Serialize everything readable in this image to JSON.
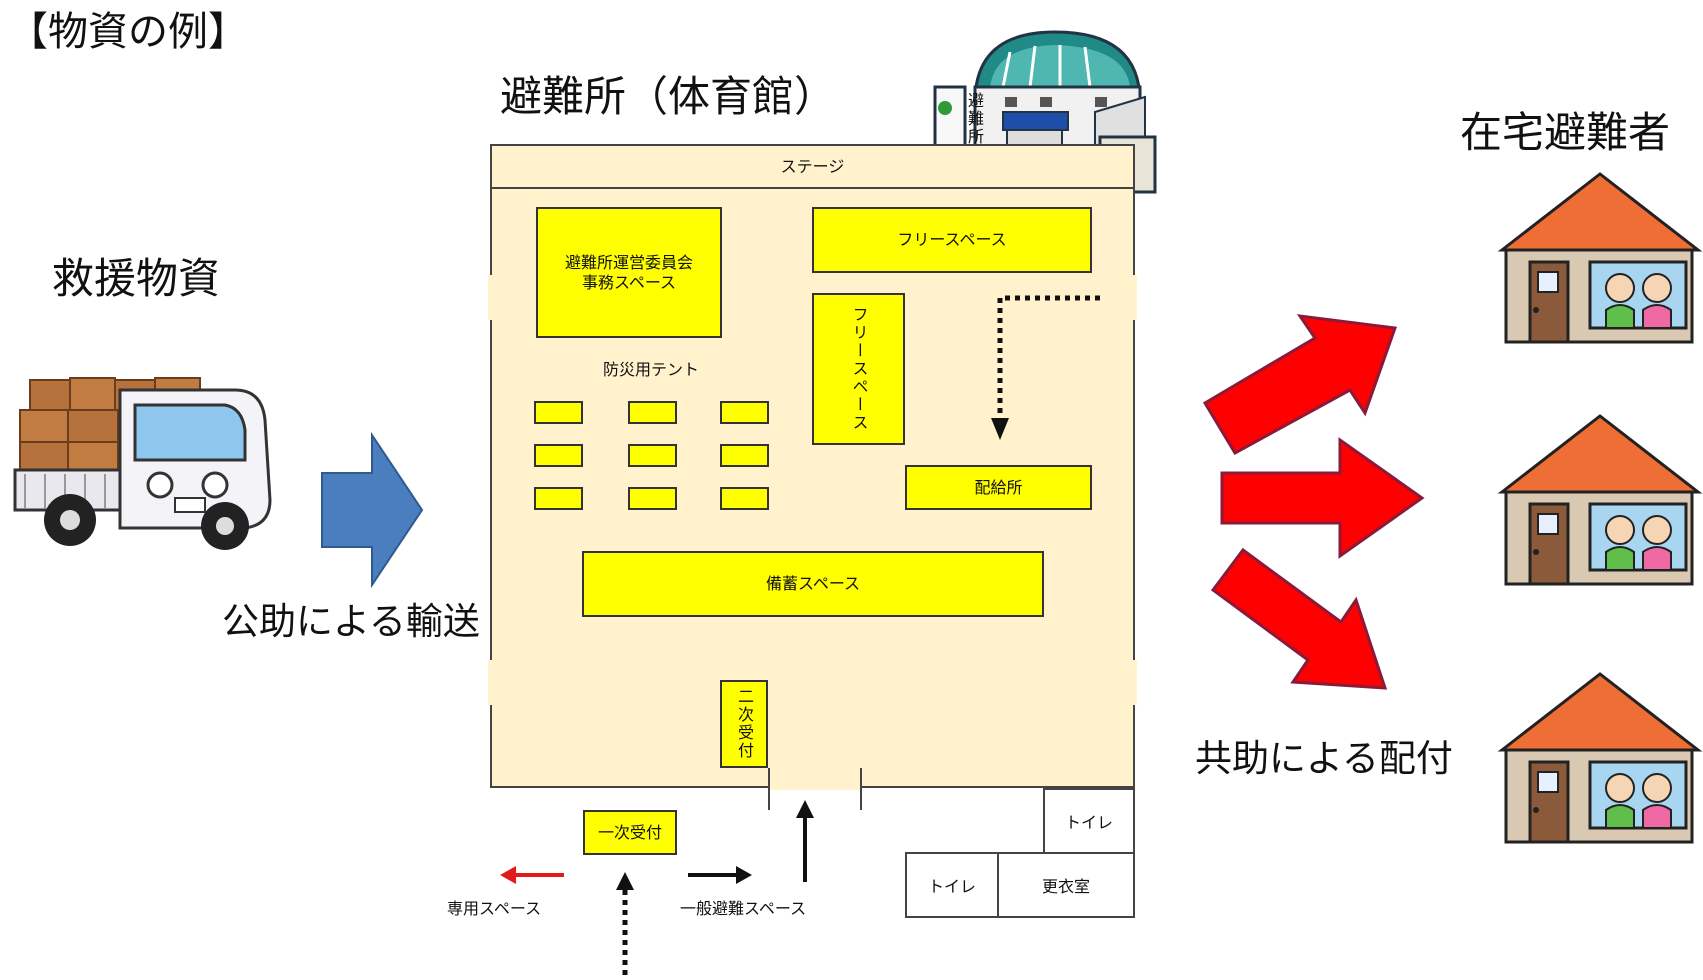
{
  "header": {
    "title": "【物資の例】"
  },
  "left": {
    "relief_label": "救援物資",
    "transport_label": "公助による輸送"
  },
  "shelter": {
    "title": "避難所（体育館）",
    "stage": "ステージ",
    "office": "避難所運営委員会\n事務スペース",
    "free_space_h": "フリースペース",
    "free_space_v": "フリースペース",
    "tent_label": "防災用テント",
    "distribution": "配給所",
    "storage": "備蓄スペース",
    "second_reception": "二次受付",
    "first_reception": "一次受付",
    "toilet_1": "トイレ",
    "toilet_2": "トイレ",
    "changing_room": "更衣室",
    "dedicated_space": "専用スペース",
    "general_space": "一般避難スペース",
    "sign": "避難所"
  },
  "right": {
    "home_evacuees": "在宅避難者",
    "distribution_label": "共助による配付"
  },
  "colors": {
    "floor": "#fff2cc",
    "yellow_box": "#ffff00",
    "blue_arrow": "#4a7ebf",
    "red_arrow": "#ff0000",
    "roof": "#ee6e36",
    "house_wall": "#d9c9b3",
    "door": "#8a5a3b"
  }
}
